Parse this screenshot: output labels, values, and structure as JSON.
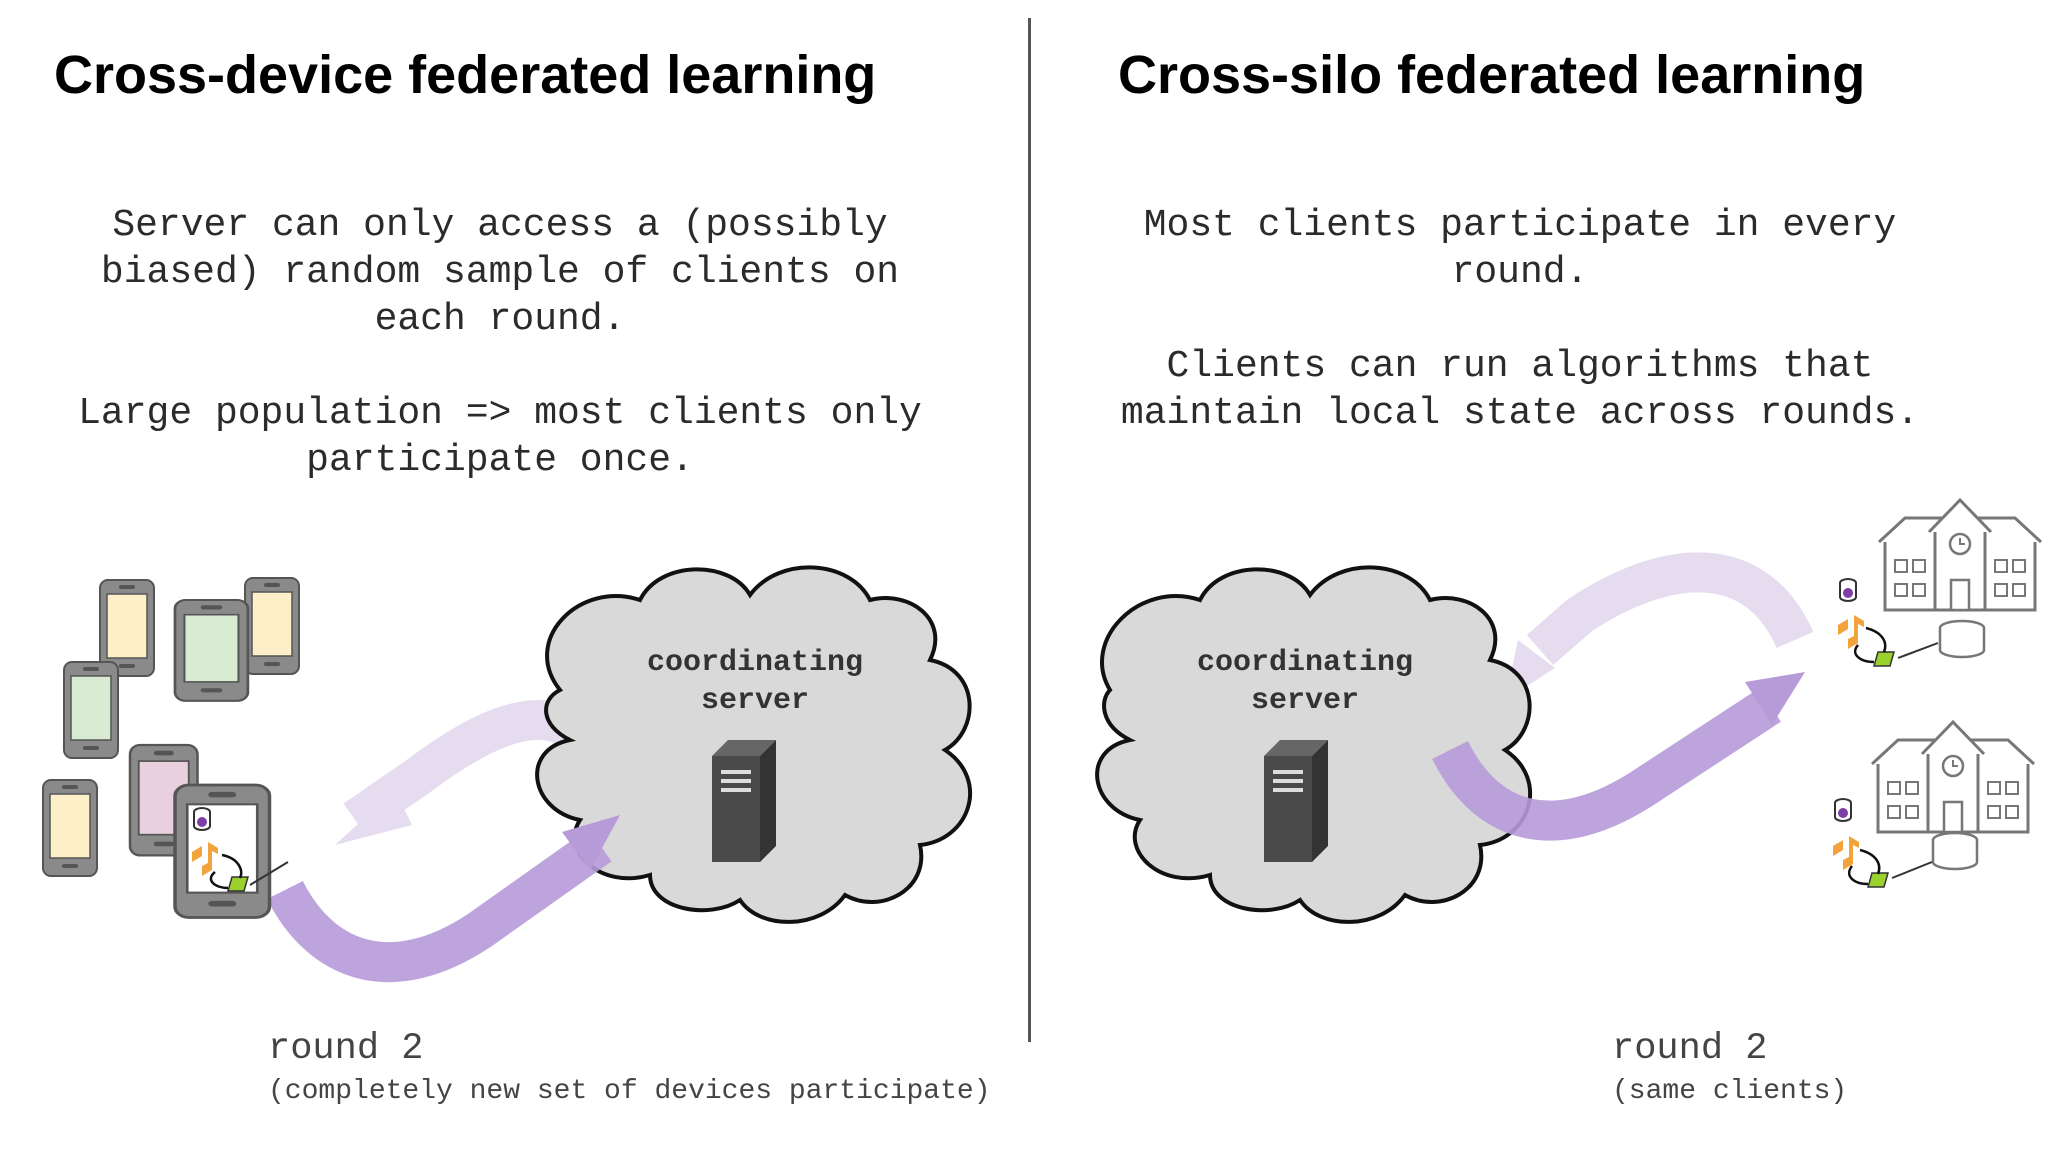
{
  "left": {
    "title": "Cross-device federated learning",
    "desc1": "Server can only access a (possibly\nbiased) random sample of clients on\neach round.",
    "desc2": "Large population => most clients only\nparticipate once.",
    "server_line1": "coordinating",
    "server_line2": "server",
    "round": "round 2",
    "round_note": "(completely new set of devices participate)"
  },
  "right": {
    "title": "Cross-silo federated learning",
    "desc1": "Most clients participate in every\nround.",
    "desc2": "Clients can run algorithms that\nmaintain local state across rounds.",
    "server_line1": "coordinating",
    "server_line2": "server",
    "round": "round 2",
    "round_note": "(same clients)"
  },
  "colors": {
    "cloud_fill": "#d9d9d9",
    "arrow_strong": "#b79ad8",
    "arrow_faint": "#e6dcf0",
    "phone_frame": "#808080",
    "screen_yellow": "#fdf0c8",
    "screen_green": "#d9ecd3",
    "screen_pink": "#e9d0de",
    "server_body": "#4a4a4a"
  },
  "icons": {
    "server": "server-tower-icon",
    "phone": "smartphone-icon",
    "building": "school-building-icon",
    "database": "database-icon",
    "tensorflow": "tensorflow-logo-icon",
    "model": "model-parallelogram-icon"
  }
}
